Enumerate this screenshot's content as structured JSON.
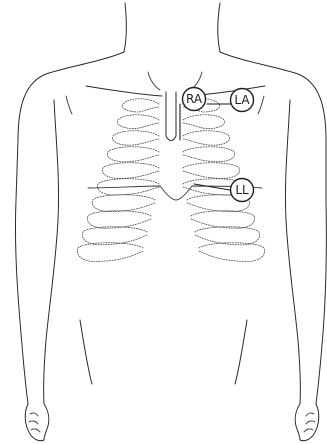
{
  "electrodes": {
    "ra": {
      "label": "RA"
    },
    "la": {
      "label": "LA"
    },
    "ll": {
      "label": "LL"
    }
  }
}
